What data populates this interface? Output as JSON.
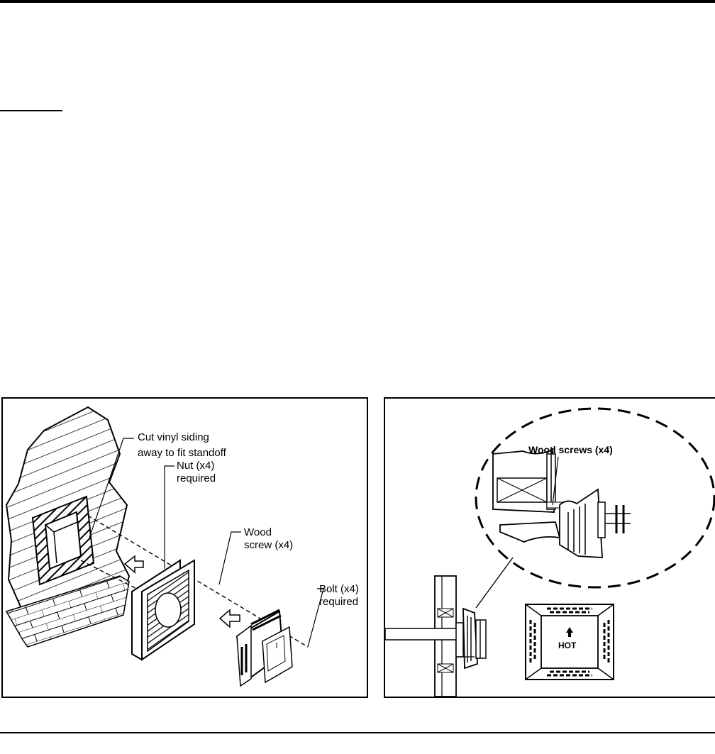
{
  "figure_left": {
    "labels": {
      "siding_line1": "Cut vinyl siding",
      "siding_line2": "away to fit standoff",
      "nut_line1": "Nut (x4)",
      "nut_line2": "required",
      "wood_line1": "Wood",
      "wood_line2": "screw (x4)",
      "bolt_line1": "Bolt (x4)",
      "bolt_line2": "required"
    }
  },
  "figure_right": {
    "labels": {
      "wood_screws": "Wood screws (x4)",
      "hot": "HOT"
    }
  }
}
